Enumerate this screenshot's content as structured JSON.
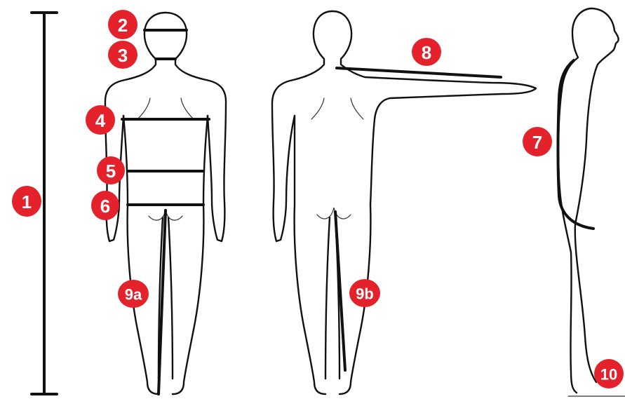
{
  "colors": {
    "badge": "#e3222b",
    "badge_text": "#ffffff",
    "line": "#111111",
    "background": "#ffffff"
  },
  "markers": {
    "m1": "1",
    "m2": "2",
    "m3": "3",
    "m4": "4",
    "m5": "5",
    "m6": "6",
    "m7": "7",
    "m8": "8",
    "m9a": "9a",
    "m9b": "9b",
    "m10": "10"
  }
}
